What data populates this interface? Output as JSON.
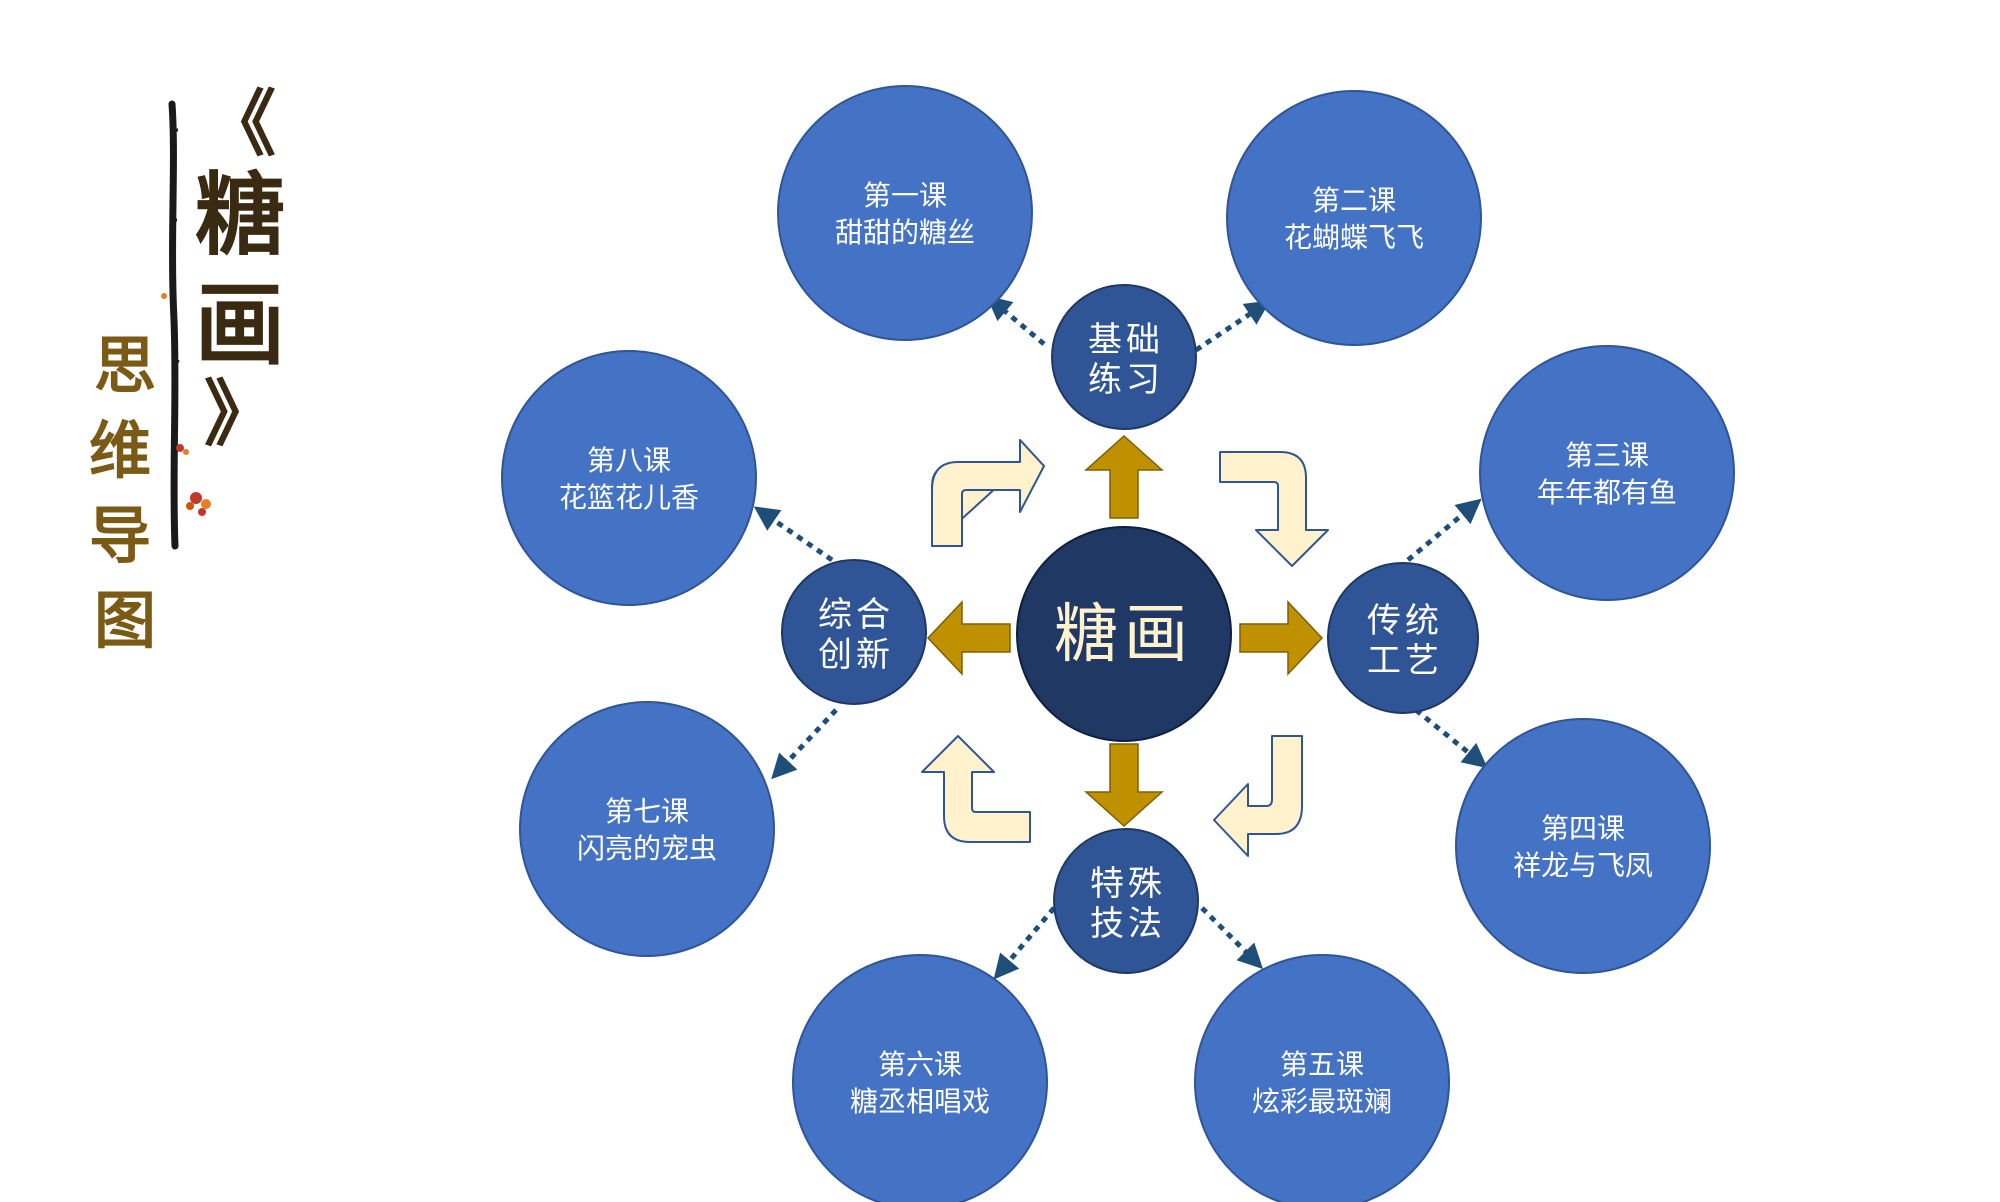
{
  "title": {
    "open_bracket": "《",
    "char1": "糖",
    "char2": "画",
    "close_bracket": "》"
  },
  "subtitle": {
    "chars": [
      "思",
      "维",
      "导",
      "图"
    ]
  },
  "colors": {
    "center": "#1f3864",
    "category": "#2f5597",
    "lesson": "#4472c4",
    "arrow_gold": "#bf9000",
    "arrow_cream": "#fff2cc",
    "arrow_cream_stroke": "#2f5597",
    "dotted": "#1f4e79"
  },
  "center": {
    "label": "糖画"
  },
  "categories": [
    {
      "id": "top",
      "line1": "基础",
      "line2": "练习"
    },
    {
      "id": "right",
      "line1": "传统",
      "line2": "工艺"
    },
    {
      "id": "bottom",
      "line1": "特殊",
      "line2": "技法"
    },
    {
      "id": "left",
      "line1": "综合",
      "line2": "创新"
    }
  ],
  "lessons": [
    {
      "num": "第一课",
      "name": "甜甜的糖丝",
      "category": "top"
    },
    {
      "num": "第二课",
      "name": "花蝴蝶飞飞",
      "category": "top"
    },
    {
      "num": "第三课",
      "name": "年年都有鱼",
      "category": "right"
    },
    {
      "num": "第四课",
      "name": "祥龙与飞凤",
      "category": "right"
    },
    {
      "num": "第五课",
      "name": "炫彩最斑斓",
      "category": "bottom"
    },
    {
      "num": "第六课",
      "name": "糖丞相唱戏",
      "category": "bottom"
    },
    {
      "num": "第七课",
      "name": "闪亮的宠虫",
      "category": "left"
    },
    {
      "num": "第八课",
      "name": "花篮花儿香",
      "category": "left"
    }
  ]
}
